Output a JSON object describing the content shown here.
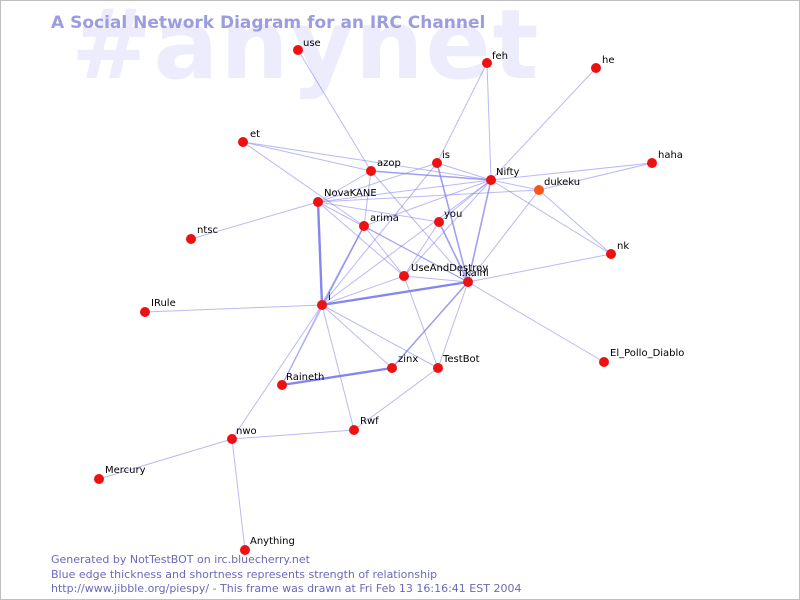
{
  "watermark": "#anynet",
  "title": "A Social Network Diagram for an IRC Channel",
  "colors": {
    "title": "#9c9ce0",
    "watermark": "#ececfc",
    "edge": "#8080ee",
    "node": "#ee1111",
    "node_highlight": "#ff5511",
    "footer": "#6a6ab8"
  },
  "nodes": [
    {
      "id": "use",
      "label": "use"
    },
    {
      "id": "feh",
      "label": "feh"
    },
    {
      "id": "he",
      "label": "he"
    },
    {
      "id": "et",
      "label": "et"
    },
    {
      "id": "is",
      "label": "is"
    },
    {
      "id": "azop",
      "label": "azop"
    },
    {
      "id": "haha",
      "label": "haha"
    },
    {
      "id": "Nifty",
      "label": "Nifty"
    },
    {
      "id": "dukeku",
      "label": "dukeku",
      "highlight": true
    },
    {
      "id": "NovaKANE",
      "label": "NovaKANE"
    },
    {
      "id": "you",
      "label": "you"
    },
    {
      "id": "arima",
      "label": "arima"
    },
    {
      "id": "ntsc",
      "label": "ntsc"
    },
    {
      "id": "nk",
      "label": "nk"
    },
    {
      "id": "UseAndDestroy",
      "label": "UseAndDestroy"
    },
    {
      "id": "kainl",
      "label": "i.kainl"
    },
    {
      "id": "i",
      "label": "i"
    },
    {
      "id": "IRule",
      "label": "IRule"
    },
    {
      "id": "El_Pollo_Diablo",
      "label": "El_Pollo_Diablo"
    },
    {
      "id": "zinx",
      "label": "zinx"
    },
    {
      "id": "TestBot",
      "label": "TestBot"
    },
    {
      "id": "Raineth",
      "label": "Raineth"
    },
    {
      "id": "Rwf",
      "label": "Rwf"
    },
    {
      "id": "nwo",
      "label": "nwo"
    },
    {
      "id": "Mercury",
      "label": "Mercury"
    },
    {
      "id": "Anything",
      "label": "Anything"
    }
  ],
  "edges": [
    [
      "use",
      "azop",
      1
    ],
    [
      "feh",
      "Nifty",
      1
    ],
    [
      "feh",
      "is",
      1
    ],
    [
      "he",
      "Nifty",
      1
    ],
    [
      "haha",
      "Nifty",
      1
    ],
    [
      "haha",
      "dukeku",
      1
    ],
    [
      "et",
      "azop",
      1
    ],
    [
      "et",
      "arima",
      1
    ],
    [
      "et",
      "Nifty",
      1
    ],
    [
      "azop",
      "Nifty",
      2
    ],
    [
      "azop",
      "NovaKANE",
      1
    ],
    [
      "azop",
      "arima",
      1
    ],
    [
      "azop",
      "kainl",
      1
    ],
    [
      "is",
      "Nifty",
      1
    ],
    [
      "is",
      "kainl",
      2
    ],
    [
      "is",
      "NovaKANE",
      1
    ],
    [
      "is",
      "i",
      1
    ],
    [
      "Nifty",
      "NovaKANE",
      1
    ],
    [
      "Nifty",
      "arima",
      1
    ],
    [
      "Nifty",
      "you",
      1
    ],
    [
      "Nifty",
      "kainl",
      2
    ],
    [
      "Nifty",
      "UseAndDestroy",
      1
    ],
    [
      "Nifty",
      "nk",
      1
    ],
    [
      "Nifty",
      "dukeku",
      1
    ],
    [
      "Nifty",
      "i",
      1
    ],
    [
      "dukeku",
      "nk",
      1
    ],
    [
      "dukeku",
      "NovaKANE",
      1
    ],
    [
      "dukeku",
      "kainl",
      1
    ],
    [
      "NovaKANE",
      "i",
      3
    ],
    [
      "NovaKANE",
      "ntsc",
      1
    ],
    [
      "NovaKANE",
      "kainl",
      1
    ],
    [
      "NovaKANE",
      "you",
      1
    ],
    [
      "NovaKANE",
      "UseAndDestroy",
      1
    ],
    [
      "arima",
      "i",
      2
    ],
    [
      "arima",
      "kainl",
      1
    ],
    [
      "arima",
      "UseAndDestroy",
      1
    ],
    [
      "arima",
      "Raineth",
      1
    ],
    [
      "you",
      "kainl",
      2
    ],
    [
      "you",
      "UseAndDestroy",
      1
    ],
    [
      "nk",
      "kainl",
      1
    ],
    [
      "UseAndDestroy",
      "kainl",
      1
    ],
    [
      "UseAndDestroy",
      "TestBot",
      1
    ],
    [
      "UseAndDestroy",
      "i",
      1
    ],
    [
      "kainl",
      "i",
      3
    ],
    [
      "kainl",
      "zinx",
      2
    ],
    [
      "kainl",
      "TestBot",
      1
    ],
    [
      "kainl",
      "El_Pollo_Diablo",
      1
    ],
    [
      "i",
      "IRule",
      1
    ],
    [
      "i",
      "zinx",
      1
    ],
    [
      "i",
      "TestBot",
      1
    ],
    [
      "i",
      "Raineth",
      1
    ],
    [
      "i",
      "Rwf",
      1
    ],
    [
      "i",
      "nwo",
      1
    ],
    [
      "zinx",
      "Raineth",
      3
    ],
    [
      "TestBot",
      "Rwf",
      1
    ],
    [
      "Rwf",
      "nwo",
      1
    ],
    [
      "nwo",
      "Mercury",
      1
    ],
    [
      "nwo",
      "Anything",
      1
    ]
  ],
  "footer": {
    "line1": "Generated by NotTestBOT on irc.bluecherry.net",
    "line2": "Blue edge thickness and shortness represents strength of relationship",
    "line3": "http://www.jibble.org/piespy/ - This frame was drawn at Fri Feb 13 16:16:41 EST 2004"
  }
}
